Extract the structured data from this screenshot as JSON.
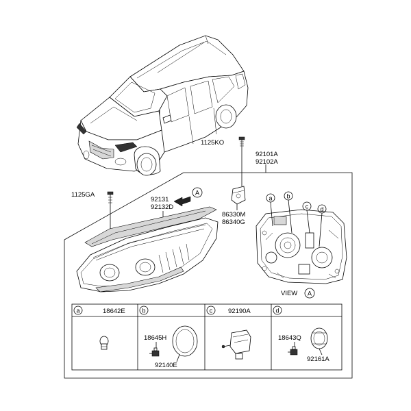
{
  "callouts": {
    "bolt_top": "1125KO",
    "assembly_line1": "92101A",
    "assembly_line2": "92102A",
    "bolt_left": "1125GA",
    "cover_line1": "92131",
    "cover_line2": "92132D",
    "bracket_line1": "86330M",
    "bracket_line2": "86340G",
    "view_marker": "A"
  },
  "rear_view": {
    "title": "VIEW",
    "marker": "A",
    "markers": [
      "a",
      "b",
      "c",
      "d"
    ]
  },
  "parts_table": {
    "cells": [
      {
        "letter": "a",
        "part_number": "18642E",
        "sub_labels": []
      },
      {
        "letter": "b",
        "part_number": "",
        "sub_labels": [
          "18645H",
          "92140E"
        ]
      },
      {
        "letter": "c",
        "part_number": "92190A",
        "sub_labels": []
      },
      {
        "letter": "d",
        "part_number": "",
        "sub_labels": [
          "18643Q",
          "92161A"
        ]
      }
    ]
  }
}
